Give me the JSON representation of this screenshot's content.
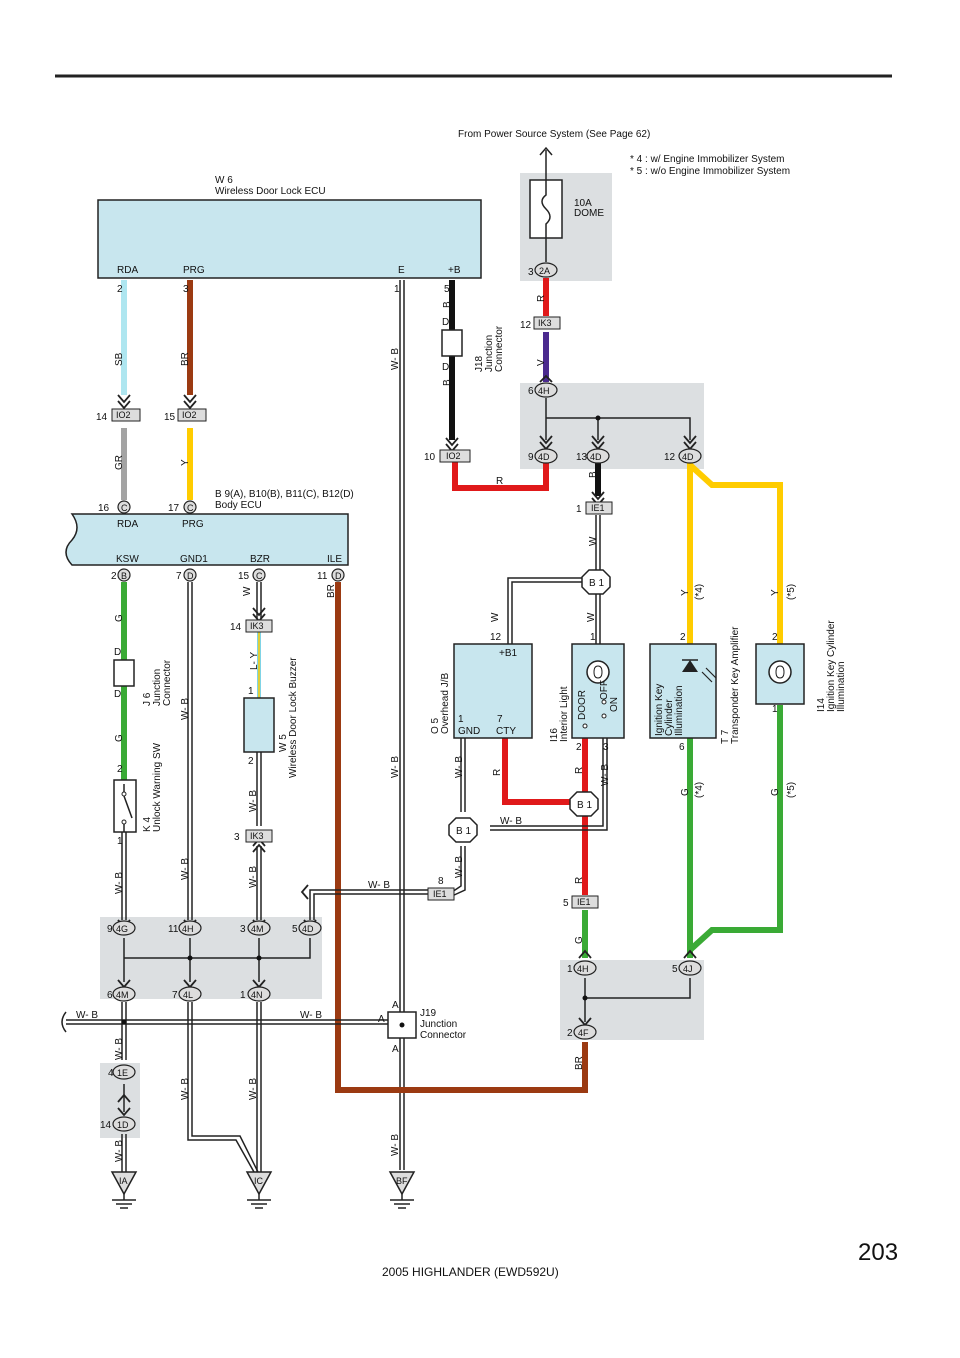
{
  "header": {
    "source_note": "From Power Source System (See Page 62)",
    "footnote_4": "* 4 : w/ Engine Immobilizer System",
    "footnote_5": "* 5 : w/o Engine Immobilizer System"
  },
  "components": {
    "w6": {
      "code": "W 6",
      "name": "Wireless Door Lock ECU",
      "pins": {
        "rda": "RDA",
        "prg": "PRG",
        "e": "E",
        "b": "+B"
      },
      "pin_numbers": {
        "rda": "2",
        "prg": "3",
        "e": "1",
        "b": "5"
      }
    },
    "fuse": {
      "rating": "10A",
      "name": "DOME"
    },
    "b9": {
      "code": "B 9(A), B10(B), B11(C), B12(D)",
      "name": "Body ECU",
      "pins_top": {
        "rda": "RDA",
        "prg": "PRG"
      },
      "pins_bottom": {
        "ksw": "KSW",
        "gnd1": "GND1",
        "bzr": "BZR",
        "ile": "ILE"
      }
    },
    "j18": {
      "code": "J18",
      "name1": "Junction",
      "name2": "Connector"
    },
    "j6": {
      "code": "J 6",
      "name1": "Junction",
      "name2": "Connector"
    },
    "j19": {
      "code": "J19",
      "name1": "Junction",
      "name2": "Connector"
    },
    "k4": {
      "code": "K 4",
      "name": "Unlock Warning SW"
    },
    "w5": {
      "code": "W 5",
      "name": "Wireless Door Lock Buzzer"
    },
    "o5": {
      "code": "O 5",
      "name": "Overhead J/B",
      "b1": "+B1",
      "gnd": "GND",
      "cty": "CTY"
    },
    "i16": {
      "code": "I16",
      "name": "Interior Light",
      "door": "DOOR",
      "off": "OFF",
      "on": "ON"
    },
    "t7": {
      "code": "T 7",
      "name": "Transponder Key Amplifier",
      "inner1": "Ignition Key",
      "inner2": "Cylinder",
      "inner3": "Illumination"
    },
    "i14": {
      "code": "I14",
      "name1": "Ignition Key Cylinder",
      "name2": "Illumination"
    }
  },
  "connectors": {
    "io2": "IO2",
    "ik3": "IK3",
    "ie1": "IE1",
    "b1": "B 1",
    "c": "C",
    "b": "B",
    "d": "D",
    "c2a": "2A",
    "c4h": "4H",
    "c4d": "4D",
    "c4g": "4G",
    "c4m": "4M",
    "c4l": "4L",
    "c4n": "4N",
    "c1e": "1E",
    "c1d": "1D",
    "c4j": "4J",
    "c4f": "4F"
  },
  "grounds": {
    "ia": "IA",
    "ic": "IC",
    "bf": "BF"
  },
  "wire_colors": {
    "sb": "SB",
    "br": "BR",
    "gr": "GR",
    "y": "Y",
    "g": "G",
    "w": "W",
    "wb": "W- B",
    "r": "R",
    "v": "V",
    "b": "B",
    "ly": "L- Y"
  },
  "pin_labels": {
    "p1": "1",
    "p2": "2",
    "p3": "3",
    "p4": "4",
    "p5": "5",
    "p6": "6",
    "p7": "7",
    "p8": "8",
    "p9": "9",
    "p10": "10",
    "p11": "11",
    "p12": "12",
    "p13": "13",
    "p14": "14",
    "p15": "15",
    "p16": "16",
    "p17": "17",
    "a": "A",
    "d": "D",
    "star4": "(*4)",
    "star5": "(*5)"
  },
  "colors": {
    "sb": "#aee6f0",
    "br": "#9b3a12",
    "gr": "#a3a3a3",
    "y": "#ffcc00",
    "g": "#3aaa35",
    "r": "#e0191a",
    "v": "#4b2a8f",
    "b": "#111111",
    "ly": "#7fd3e6",
    "shade": "#dcdfe1",
    "box": "#c8e6ee"
  },
  "footer": {
    "page": "203",
    "doc": "2005 HIGHLANDER (EWD592U)"
  }
}
